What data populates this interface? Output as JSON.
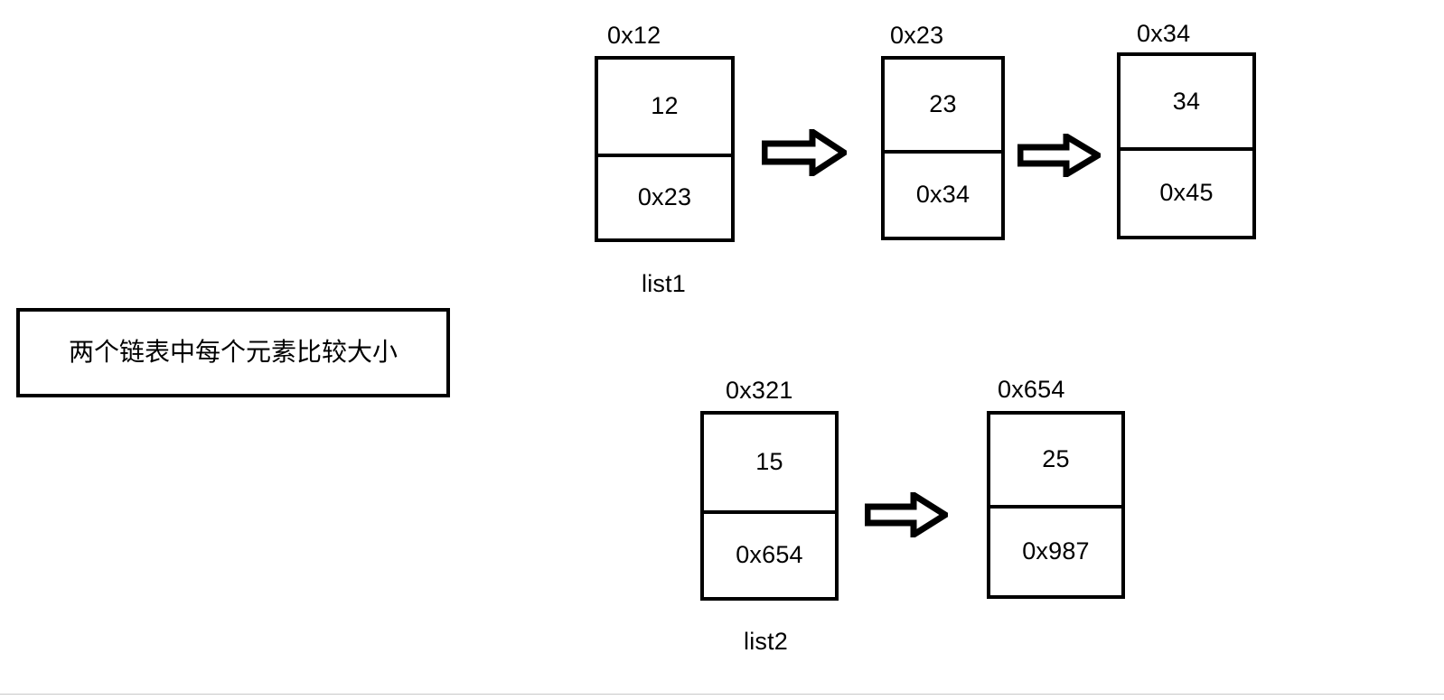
{
  "page": {
    "background_color": "#ffffff",
    "ink_color": "#000000",
    "rule_color": "#c8c8c8"
  },
  "note": {
    "text": "两个链表中每个元素比较大小"
  },
  "lists": [
    {
      "name": "list1",
      "label": "list1",
      "nodes": [
        {
          "address": "0x12",
          "value": "12",
          "next": "0x23"
        },
        {
          "address": "0x23",
          "value": "23",
          "next": "0x34"
        },
        {
          "address": "0x34",
          "value": "34",
          "next": "0x45"
        }
      ],
      "arrows": [
        "arrow-1",
        "arrow-2"
      ]
    },
    {
      "name": "list2",
      "label": "list2",
      "nodes": [
        {
          "address": "0x321",
          "value": "15",
          "next": "0x654"
        },
        {
          "address": "0x654",
          "value": "25",
          "next": "0x987"
        }
      ],
      "arrows": [
        "arrow-3"
      ]
    }
  ]
}
